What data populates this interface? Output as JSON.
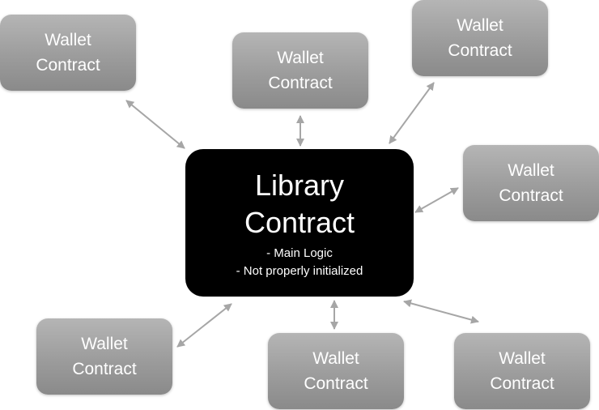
{
  "library": {
    "title_line1": "Library",
    "title_line2": "Contract",
    "notes": [
      "- Main Logic",
      "- Not properly initialized"
    ]
  },
  "wallets": [
    {
      "line1": "Wallet",
      "line2": "Contract"
    },
    {
      "line1": "Wallet",
      "line2": "Contract"
    },
    {
      "line1": "Wallet",
      "line2": "Contract"
    },
    {
      "line1": "Wallet",
      "line2": "Contract"
    },
    {
      "line1": "Wallet",
      "line2": "Contract"
    },
    {
      "line1": "Wallet",
      "line2": "Contract"
    },
    {
      "line1": "Wallet",
      "line2": "Contract"
    }
  ],
  "colors": {
    "library_fill": "#000000",
    "wallet_fill": "#9c9c9c",
    "arrow": "#a6a6a6",
    "text": "#ffffff"
  }
}
